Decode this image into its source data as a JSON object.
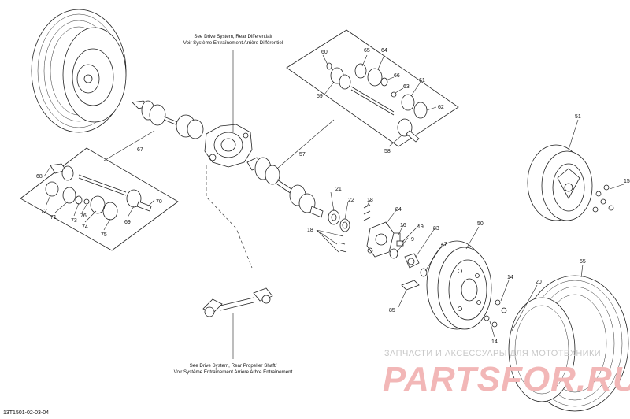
{
  "notes": {
    "rear_differential_en": "See Drive System, Rear Differential/",
    "rear_differential_fr": "Voir Système Entraînement Arrière Différentiel",
    "propeller_shaft_en": "See Drive System, Rear Propeller Shaft/",
    "propeller_shaft_fr": "Voir Système Entraînement Arrière Arbre Entraînement"
  },
  "diagram_code": "13T1501-02-03-04",
  "watermark": {
    "line1": "ЗАПЧАСТИ И АКСЕССУАРЫ ДЛЯ МОТОТЕХНИКИ",
    "line2": "PARTSFOR.RU"
  },
  "callouts": {
    "c60": "60",
    "c65": "65",
    "c64": "64",
    "c66": "66",
    "c63": "63",
    "c61": "61",
    "c62": "62",
    "c59": "59",
    "c58": "58",
    "c57": "57",
    "c67": "67",
    "c68": "68",
    "c72": "72",
    "c71": "71",
    "c73": "73",
    "c76": "76",
    "c74": "74",
    "c75": "75",
    "c69": "69",
    "c70": "70",
    "c21": "21",
    "c22": "22",
    "c18a": "18",
    "c18b": "18",
    "c84": "84",
    "c16": "16",
    "c19": "19",
    "c83": "83",
    "c9": "9",
    "c47": "47",
    "c85": "85",
    "c50": "50",
    "c51": "51",
    "c15": "15",
    "c14a": "14",
    "c14b": "14",
    "c20": "20",
    "c55": "55"
  }
}
